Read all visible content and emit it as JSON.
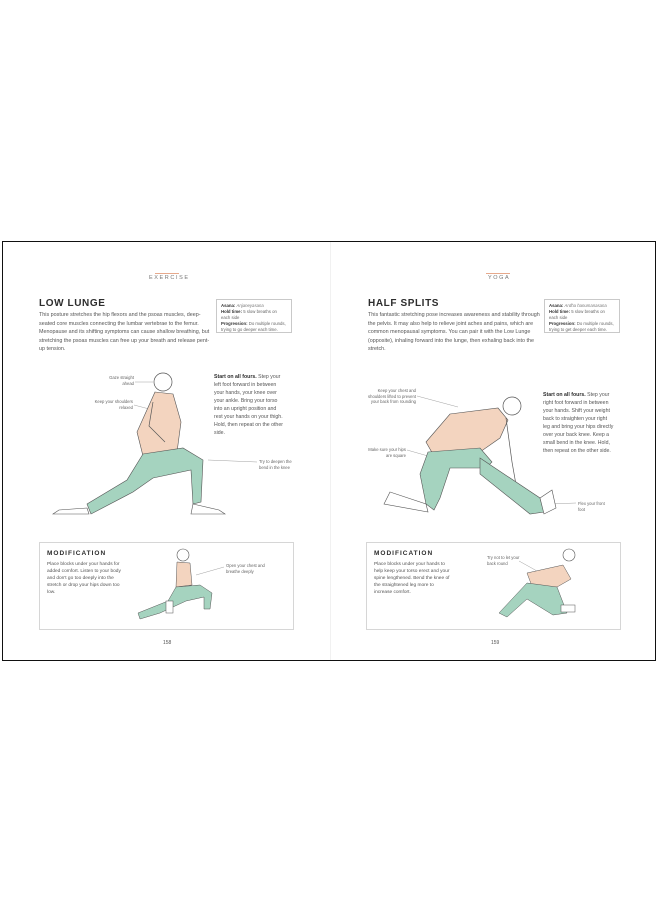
{
  "left_page": {
    "running_head": "EXERCISE",
    "title": "LOW LUNGE",
    "intro": "This posture stretches the hip flexors and the psoas muscles, deep-seated core muscles connecting the lumbar vertebrae to the femur. Menopause and its shifting symptoms can cause shallow breathing, but stretching the psoas muscles can free up your breath and release pent-up tension.",
    "info": {
      "name_label": "Asana:",
      "name_value": "Anjaneyasana",
      "hold_label": "Hold time:",
      "hold_value": "5 slow breaths on each side",
      "progression_label": "Progression:",
      "progression_value": "Do multiple rounds, trying to go deeper each time."
    },
    "steps": {
      "lead": "Start on all fours.",
      "text": "Step your left foot forward in between your hands, your knee over your ankle. Bring your torso into an upright position and rest your hands on your thigh. Hold, then repeat on the other side."
    },
    "callouts": {
      "gaze": "Gaze straight ahead",
      "shoulders": "Keep your shoulders relaxed",
      "knee": "Try to deepen the bend in the knee"
    },
    "modification": {
      "title": "MODIFICATION",
      "body": "Place blocks under your hands for added comfort. Listen to your body and don't go too deeply into the stretch or drop your hips down too low.",
      "callout": "Open your chest and breathe deeply"
    },
    "page_number": "158"
  },
  "right_page": {
    "running_head": "YOGA",
    "title": "HALF SPLITS",
    "intro": "This fantastic stretching pose increases awareness and stability through the pelvis. It may also help to relieve joint aches and pains, which are common menopausal symptoms. You can pair it with the Low Lunge (opposite), inhaling forward into the lunge, then exhaling back into the stretch.",
    "info": {
      "name_label": "Asana:",
      "name_value": "Ardha hanumanasana",
      "hold_label": "Hold time:",
      "hold_value": "5 slow breaths on each side",
      "progression_label": "Progression:",
      "progression_value": "Do multiple rounds, trying to get deeper each time."
    },
    "steps": {
      "lead": "Start on all fours.",
      "text": "Step your right foot forward in between your hands. Shift your weight back to straighten your right leg and bring your hips directly over your back knee. Keep a small bend in the knee. Hold, then repeat on the other side."
    },
    "callouts": {
      "chest": "Keep your chest and shoulders lifted to prevent your back from rounding",
      "hips": "Make sure your hips are square",
      "foot": "Flex your front foot"
    },
    "modification": {
      "title": "MODIFICATION",
      "body": "Place blocks under your hands to help keep your torso erect and your spine lengthened. Bend the knee of the straightened leg more to increase comfort.",
      "callout": "Try not to let your back round"
    },
    "page_number": "159"
  },
  "colors": {
    "peach": "#f3d4bf",
    "mint": "#a5d3bf",
    "accent_line": "#e6a98c",
    "outline": "#555555"
  }
}
